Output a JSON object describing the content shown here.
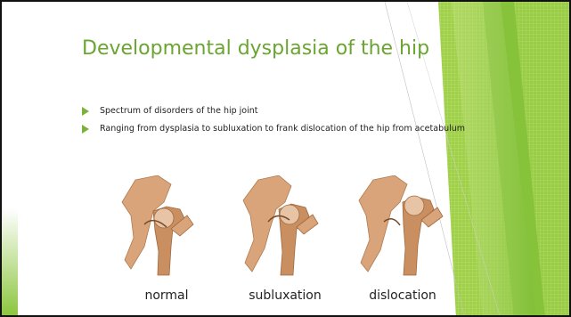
{
  "slide": {
    "title": "Developmental dysplasia of the hip",
    "bullets": [
      "Spectrum of disorders of the hip joint",
      "Ranging from dysplasia to subluxation to frank dislocation of the hip from acetabulum"
    ]
  },
  "figures": [
    {
      "caption": "normal"
    },
    {
      "caption": "subluxation"
    },
    {
      "caption": "dislocation"
    }
  ],
  "colors": {
    "accent": "#6aa531",
    "green_panel": "#8cc63f",
    "bone": "#d9a479"
  }
}
